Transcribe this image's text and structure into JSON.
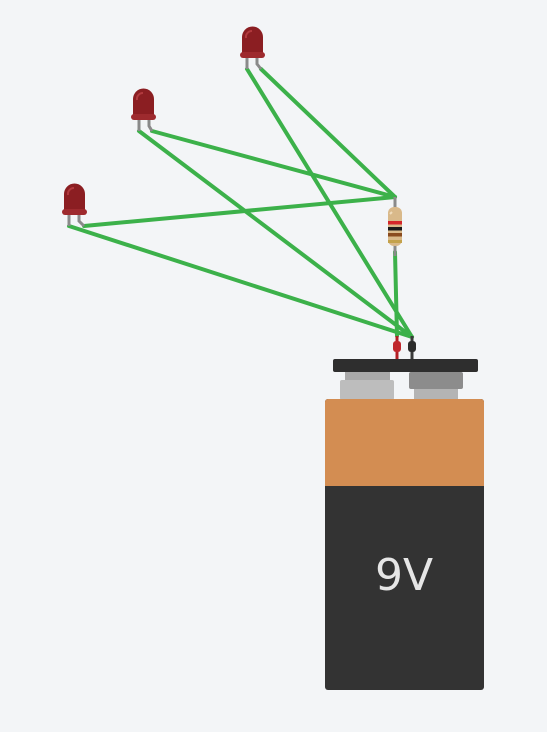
{
  "circuit": {
    "battery": {
      "label": "9V",
      "voltage": 9,
      "unit": "V"
    },
    "components": {
      "leds": [
        {
          "id": "led-1",
          "color": "red"
        },
        {
          "id": "led-2",
          "color": "red"
        },
        {
          "id": "led-3",
          "color": "red"
        }
      ],
      "resistor": {
        "id": "resistor-1",
        "bands": [
          "red",
          "black",
          "brown",
          "gold"
        ]
      }
    },
    "wire_color": "#3cb14a",
    "colors": {
      "background": "#f3f5f7",
      "led": "#8b1e22",
      "battery_top": "#d38d52",
      "battery_body": "#333333",
      "terminal_positive": "#c0272d",
      "terminal_negative": "#2b2b2b"
    }
  }
}
